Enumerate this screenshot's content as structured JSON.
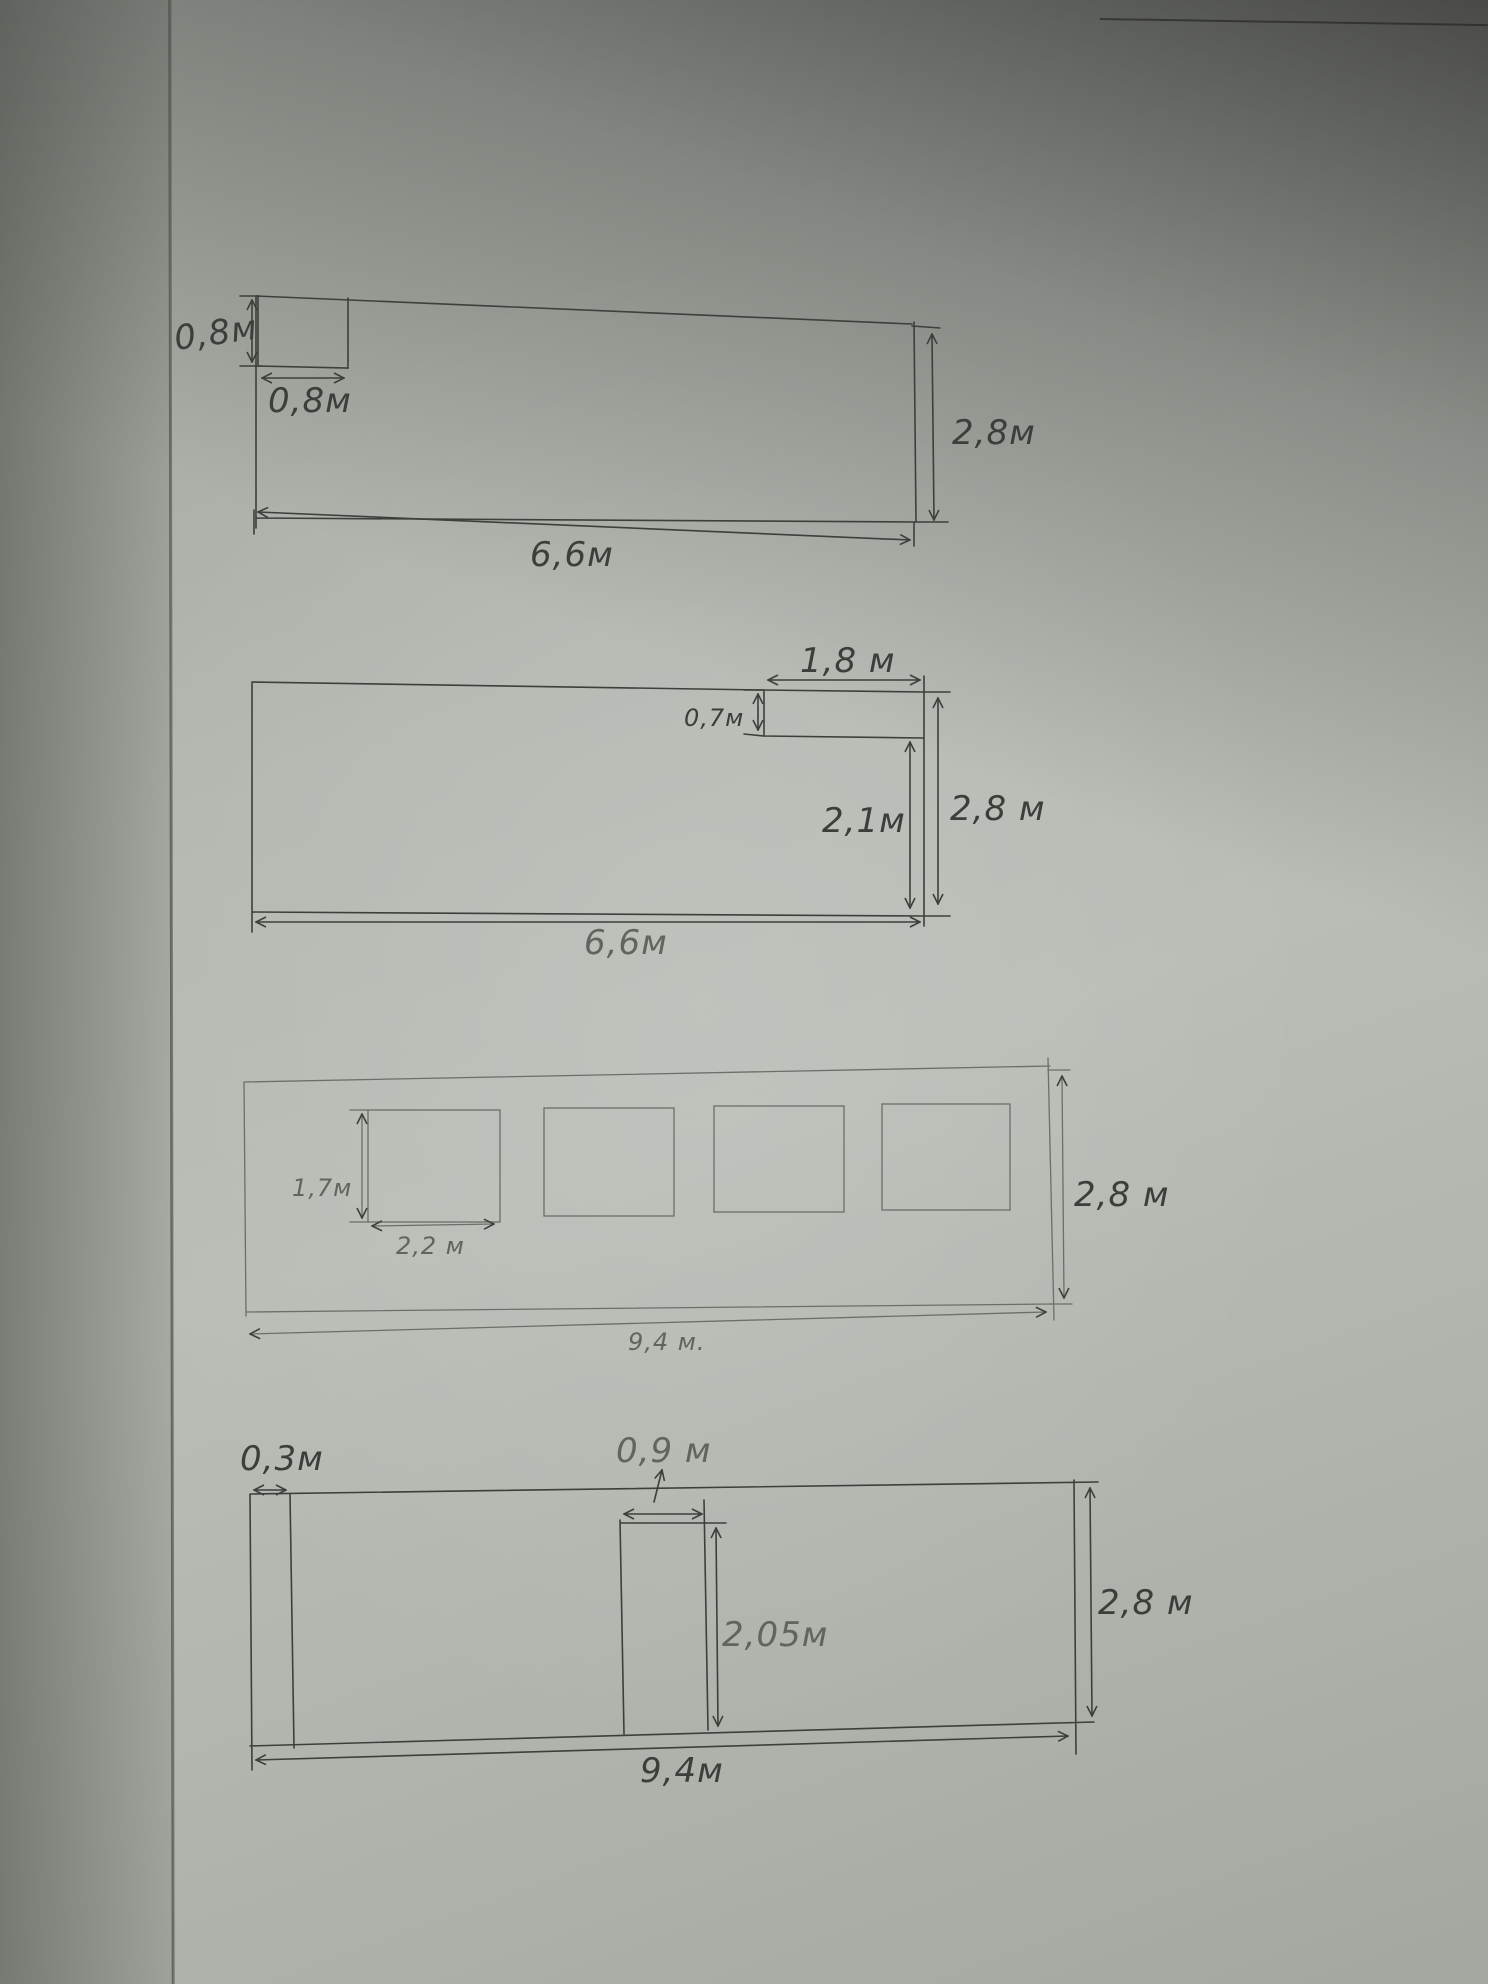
{
  "document": {
    "type": "hand-drawn wall elevation sketches",
    "medium": "pencil on paper",
    "unit": "м"
  },
  "colors": {
    "paper": "#b4b8b1",
    "pencil": "#3c3f3b",
    "shadow": "#3a3b38"
  },
  "walls": [
    {
      "id": "wall-1",
      "width_label": "6,6м",
      "height_label": "2,8м",
      "openings": [
        {
          "type": "window",
          "width_label": "0,8м",
          "height_label": "0,8м",
          "position": "top-left corner"
        }
      ]
    },
    {
      "id": "wall-2",
      "width_label": "6,6м",
      "height_label": "2,8 м",
      "openings": [
        {
          "type": "window",
          "width_label": "1,8 м",
          "height_label": "0,7м",
          "position": "top-right corner",
          "below_label": "2,1м"
        }
      ]
    },
    {
      "id": "wall-3",
      "width_label": "9,4 м.",
      "height_label": "2,8 м",
      "openings": [
        {
          "type": "window",
          "width_label": "2,2 м",
          "height_label": "1,7м",
          "index": 1
        },
        {
          "type": "window",
          "index": 2
        },
        {
          "type": "window",
          "index": 3
        },
        {
          "type": "window",
          "index": 4
        }
      ]
    },
    {
      "id": "wall-4",
      "width_label": "9,4м",
      "height_label": "2,8 м",
      "openings": [
        {
          "type": "pillar",
          "width_label": "0,3м",
          "position": "left edge"
        },
        {
          "type": "door",
          "width_label": "0,9 м",
          "height_label": "2,05м",
          "position": "center"
        }
      ]
    }
  ]
}
